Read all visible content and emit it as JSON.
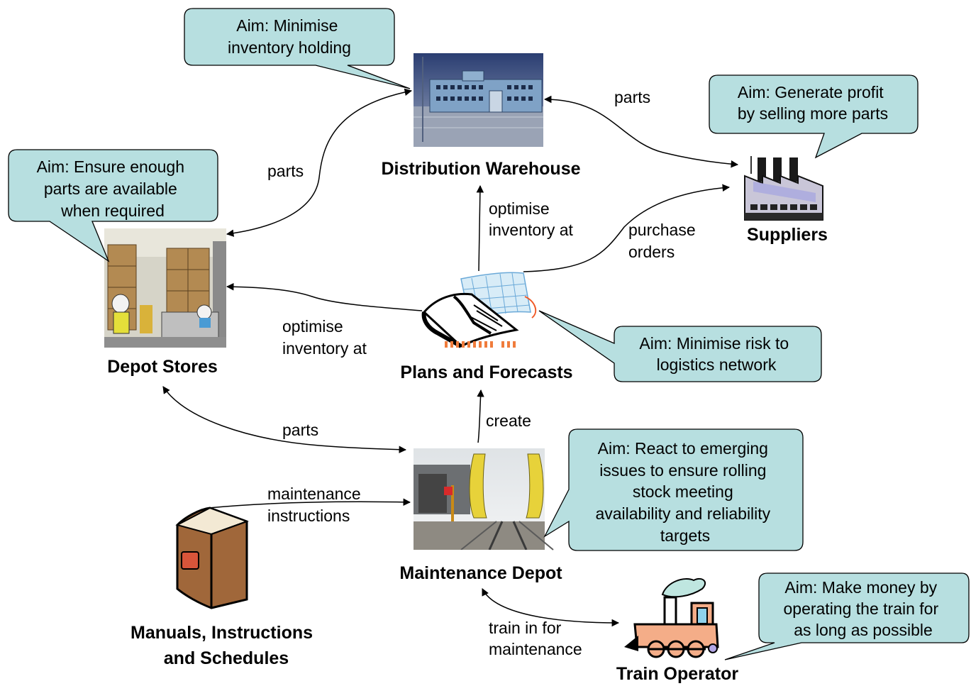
{
  "colors": {
    "callout_fill": "#b7dfe0",
    "callout_stroke": "#000000",
    "edge_stroke": "#000000",
    "text": "#000000"
  },
  "nodes": {
    "distribution_warehouse": {
      "label": "Distribution Warehouse",
      "icon": "warehouse-building-icon"
    },
    "suppliers": {
      "label": "Suppliers",
      "icon": "factory-icon"
    },
    "depot_stores": {
      "label": "Depot Stores",
      "icon": "storeroom-icon"
    },
    "plans_forecasts": {
      "label": "Plans and Forecasts",
      "icon": "notebook-calendar-icon"
    },
    "maintenance_depot": {
      "label": "Maintenance Depot",
      "icon": "rail-depot-icon"
    },
    "manuals": {
      "label_lines": [
        "Manuals, Instructions",
        "and Schedules"
      ],
      "icon": "book-icon"
    },
    "train_operator": {
      "label": "Train Operator",
      "icon": "locomotive-icon"
    }
  },
  "edges": {
    "warehouse_suppliers": {
      "label_lines": [
        "parts"
      ]
    },
    "warehouse_depot": {
      "label_lines": [
        "parts"
      ]
    },
    "plans_warehouse": {
      "label_lines": [
        "optimise",
        "inventory at"
      ]
    },
    "plans_suppliers": {
      "label_lines": [
        "purchase",
        "orders"
      ]
    },
    "plans_depot": {
      "label_lines": [
        "optimise",
        "inventory at"
      ]
    },
    "depot_maintenance": {
      "label_lines": [
        "parts"
      ]
    },
    "maintenance_plans": {
      "label_lines": [
        "create"
      ]
    },
    "manuals_maintenance": {
      "label_lines": [
        "maintenance",
        "instructions"
      ]
    },
    "maintenance_train": {
      "label_lines": [
        "train in for",
        "maintenance"
      ]
    }
  },
  "callouts": {
    "warehouse": {
      "lines": [
        "Aim: Minimise",
        "inventory holding"
      ]
    },
    "suppliers": {
      "lines": [
        "Aim: Generate profit",
        "by selling more parts"
      ]
    },
    "depot_stores": {
      "lines": [
        "Aim: Ensure enough",
        "parts are available",
        "when required"
      ]
    },
    "plans": {
      "lines": [
        "Aim: Minimise risk to",
        "logistics network"
      ]
    },
    "maintenance": {
      "lines": [
        "Aim: React to emerging",
        "issues to ensure rolling",
        "stock meeting",
        "availability and reliability",
        "targets"
      ]
    },
    "train_operator": {
      "lines": [
        "Aim: Make money by",
        "operating the train for",
        "as long as possible"
      ]
    }
  }
}
